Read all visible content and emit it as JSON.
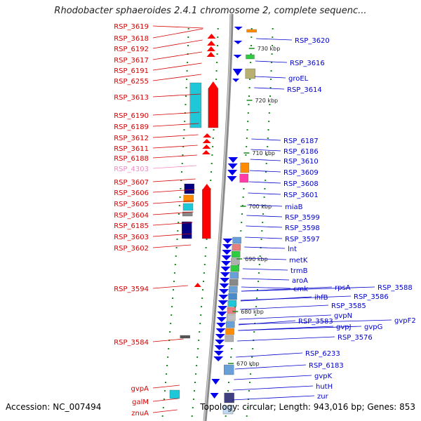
{
  "title": "Rhodobacter sphaeroides 2.4.1 chromosome 2, complete sequenc...",
  "footer": {
    "accession": "Accession: NC_007494",
    "topology": "Topology: circular; Length: 943,016 bp; Genes: 853"
  },
  "colors": {
    "left_label": "#d40000",
    "right_label": "#0000cc",
    "faded_label": "#f08ac0",
    "forward_strand": "#ff0000",
    "reverse_strand": "#0000ee",
    "backbone": "#8a8a8a",
    "tick": "#1a8a1a"
  },
  "scale_labels": [
    "730 kbp",
    "720 kbp",
    "710 kbp",
    "700 kbp",
    "690 kbp",
    "680 kbp",
    "670 kbp"
  ],
  "left_labels": [
    "RSP_3619",
    "RSP_3618",
    "RSP_6192",
    "RSP_3617",
    "RSP_6191",
    "RSP_6255",
    "RSP_3613",
    "RSP_6190",
    "RSP_6189",
    "RSP_3612",
    "RSP_3611",
    "RSP_6188",
    "RSP_4303",
    "RSP_3607",
    "RSP_3606",
    "RSP_3605",
    "RSP_3604",
    "RSP_6185",
    "RSP_3603",
    "RSP_3602",
    "RSP_3594",
    "RSP_3584",
    "gvpA",
    "galM",
    "znuA"
  ],
  "right_labels": [
    "RSP_3620",
    "RSP_3616",
    "groEL",
    "RSP_3614",
    "RSP_6187",
    "RSP_6186",
    "RSP_3610",
    "RSP_3609",
    "RSP_3608",
    "RSP_3601",
    "miaB",
    "RSP_3599",
    "RSP_3598",
    "RSP_3597",
    "lnt",
    "metK",
    "trmB",
    "aroA",
    "cmk",
    "rpsA",
    "RSP_3588",
    "ihfB",
    "RSP_3586",
    "RSP_3585",
    "gvpN",
    "RSP_3583",
    "gvpF2",
    "gvpJ",
    "gvpG",
    "RSP_3576",
    "RSP_6233",
    "RSP_6183",
    "gvpK",
    "hutH",
    "zur"
  ]
}
